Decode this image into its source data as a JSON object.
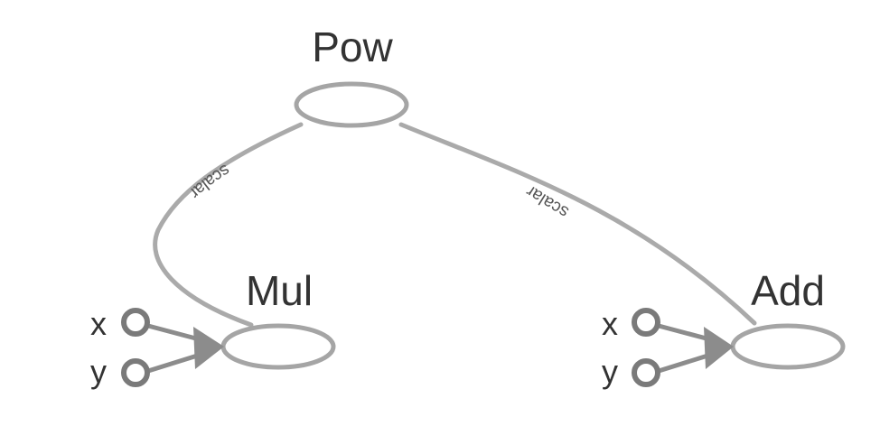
{
  "nodes": {
    "pow": {
      "label": "Pow"
    },
    "mul": {
      "label": "Mul"
    },
    "add": {
      "label": "Add"
    }
  },
  "edges": {
    "pow_mul": {
      "label": "scalar"
    },
    "pow_add": {
      "label": "scalar"
    }
  },
  "inputs": {
    "mul_x": "x",
    "mul_y": "y",
    "add_x": "x",
    "add_y": "y"
  },
  "colors": {
    "edge": "#aaaaaa",
    "node_stroke": "#a5a5a5",
    "port_stroke": "#7a7a7a",
    "arrow": "#8c8c8c"
  }
}
